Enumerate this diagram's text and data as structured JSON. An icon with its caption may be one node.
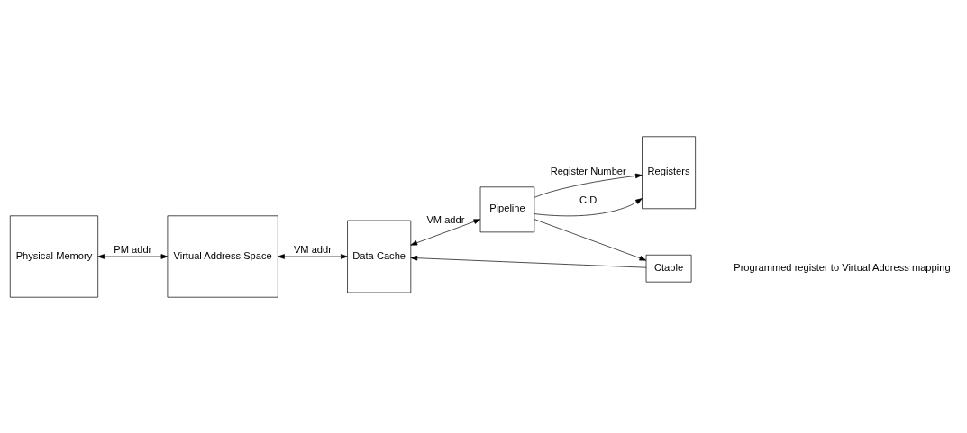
{
  "diagram": {
    "nodes": [
      {
        "text": [
          "Physical Memory"
        ]
      },
      {
        "text": [
          "Virtual Address Space"
        ]
      },
      {
        "text": [
          "Data Cache"
        ]
      },
      {
        "text": [
          "Pipeline"
        ]
      },
      {
        "text": [
          "Ctable"
        ]
      },
      {
        "text": [
          "Registers"
        ]
      }
    ],
    "edges": [
      {
        "from": 0,
        "to": 1,
        "arrow": "both",
        "label": "PM addr"
      },
      {
        "from": 1,
        "to": 2,
        "arrow": "both",
        "label": "VM addr"
      },
      {
        "from": 2,
        "to": 3,
        "arrow": "both",
        "label": "VM addr"
      },
      {
        "from": 3,
        "to": 5,
        "arrow": "to",
        "label": "CID"
      },
      {
        "from": 3,
        "to": 4,
        "arrow": "to"
      },
      {
        "from": 3,
        "to": 5,
        "arrow": "to",
        "label": "Register Number"
      },
      {
        "from": 4,
        "to": 2,
        "arrow": "to"
      }
    ],
    "labels": [
      "Programmed register to Virtual Address mapping"
    ]
  }
}
